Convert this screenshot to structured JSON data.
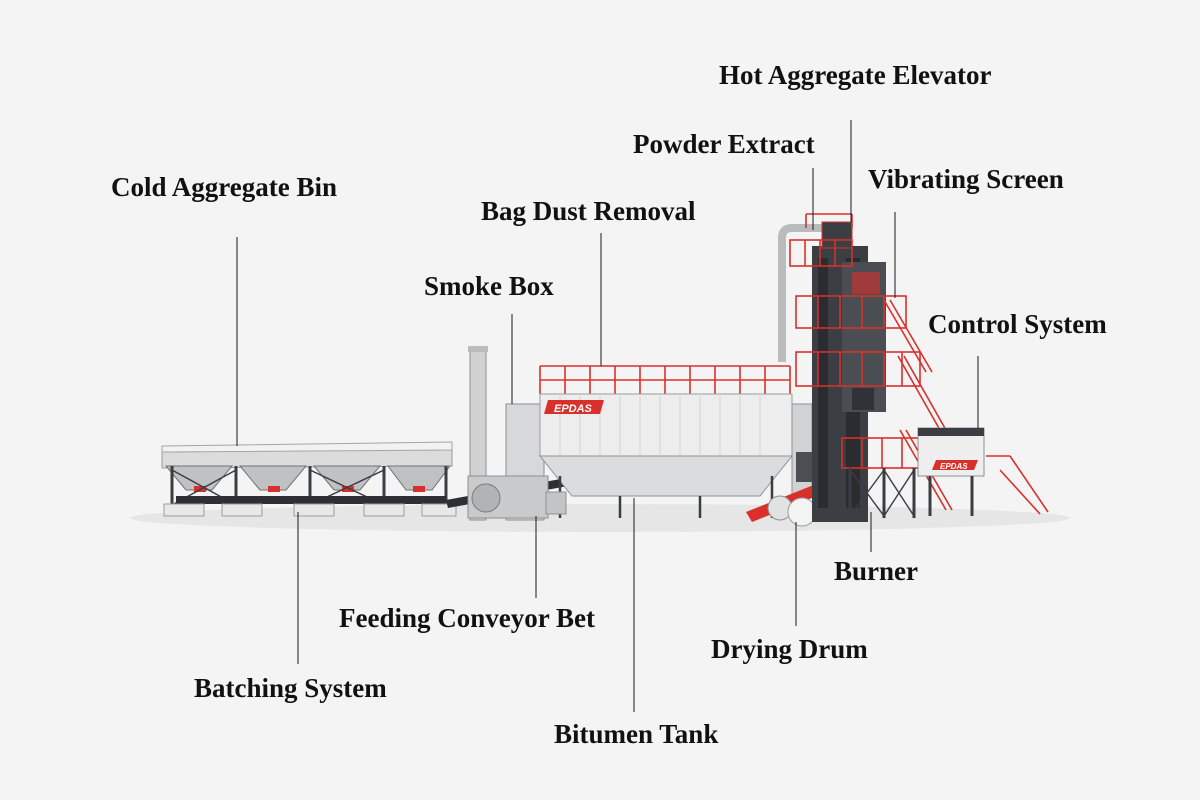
{
  "labels": {
    "hot_aggregate_elevator": "Hot Aggregate Elevator",
    "powder_extract": "Powder Extract",
    "vibrating_screen": "Vibrating Screen",
    "cold_aggregate_bin": "Cold Aggregate Bin",
    "bag_dust_removal": "Bag Dust Removal",
    "smoke_box": "Smoke Box",
    "control_system": "Control System",
    "burner": "Burner",
    "feeding_conveyor_bet": "Feeding Conveyor Bet",
    "drying_drum": "Drying Drum",
    "batching_system": "Batching System",
    "bitumen_tank": "Bitumen Tank"
  },
  "brand": {
    "main_logo": "EPDAS",
    "control_logo": "EPDAS"
  },
  "colors": {
    "background": "#f4f4f4",
    "accent_red": "#d9302c",
    "steel_dark": "#3a3d42",
    "steel_light": "#c9cbcd",
    "panel_white": "#ececec"
  }
}
